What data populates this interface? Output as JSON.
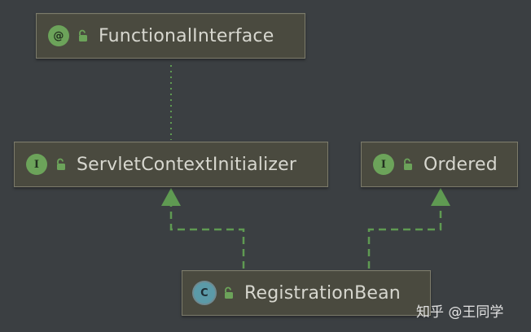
{
  "nodes": {
    "functional_interface": {
      "label": "FunctionalInterface",
      "badge": "@",
      "icon": "annotation-icon"
    },
    "servlet_context_initializer": {
      "label": "ServletContextInitializer",
      "badge": "I",
      "icon": "interface-icon"
    },
    "ordered": {
      "label": "Ordered",
      "badge": "I",
      "icon": "interface-icon"
    },
    "registration_bean": {
      "label": "RegistrationBean",
      "badge": "C",
      "icon": "class-icon"
    }
  },
  "colors": {
    "background": "#3b3f42",
    "node_fill": "#4a4a3f",
    "node_border": "#7c7b6b",
    "node_text": "#d7d7cf",
    "implements_edge": "#5f9a52",
    "dotted_edge": "#5f9a52",
    "badge_green": "#6ca35a",
    "badge_class": "#5b9aa8"
  },
  "watermark": "知乎 @王同学"
}
